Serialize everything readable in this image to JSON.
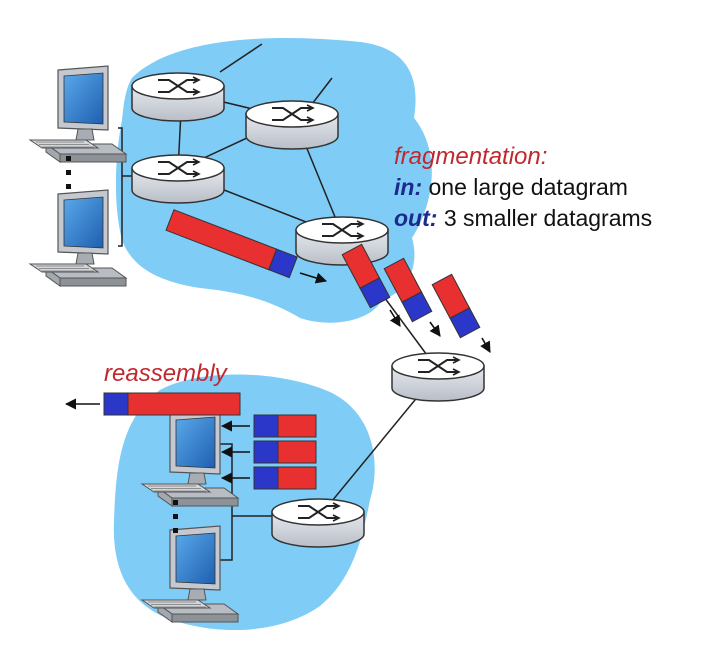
{
  "colors": {
    "cloud": "#7fccf6",
    "fragment_red": "#e83030",
    "fragment_blue": "#2b37c8",
    "router_top": "#ffffff",
    "router_side": "#d9dde3",
    "accent_text": "#c0282d",
    "keyword_text": "#1b2a8c"
  },
  "icons": [
    "router-icon",
    "desktop-computer-icon",
    "arrow-icon",
    "ellipsis-dots"
  ],
  "annotation": {
    "title": "fragmentation:",
    "in_label": "in:",
    "in_text": "one large datagram",
    "out_label": "out:",
    "out_text": "3 smaller datagrams"
  },
  "reassembly_label": "reassembly"
}
